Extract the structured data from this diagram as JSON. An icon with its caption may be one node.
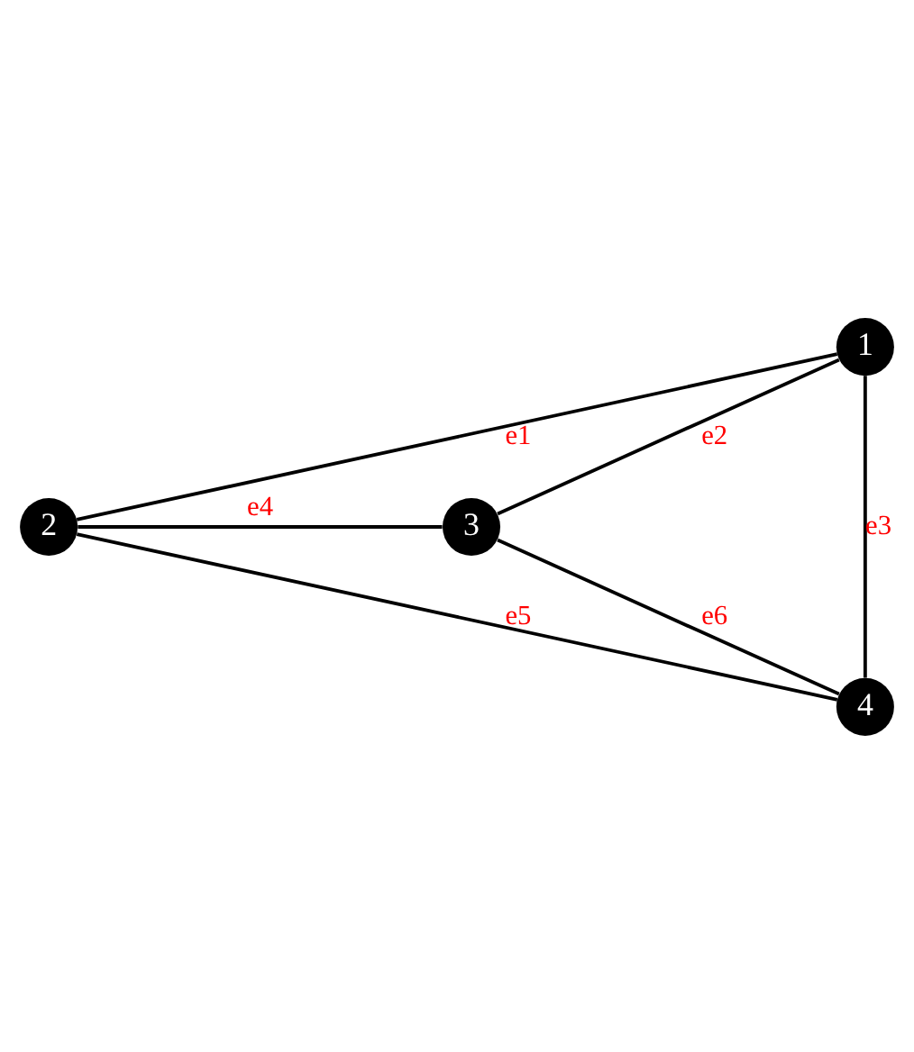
{
  "diagram": {
    "nodes": [
      {
        "text": [
          "1"
        ]
      },
      {
        "text": [
          "2"
        ]
      },
      {
        "text": [
          "3"
        ]
      },
      {
        "text": [
          "4"
        ]
      }
    ],
    "edges": [
      {
        "from": 0,
        "to": 1,
        "arrow": "none",
        "label": "e1"
      },
      {
        "from": 0,
        "to": 2,
        "arrow": "none",
        "label": "e2"
      },
      {
        "from": 0,
        "to": 3,
        "arrow": "none",
        "label": "e3"
      },
      {
        "from": 1,
        "to": 2,
        "arrow": "none",
        "label": "e4"
      },
      {
        "from": 1,
        "to": 3,
        "arrow": "none",
        "label": "e5"
      },
      {
        "from": 2,
        "to": 3,
        "arrow": "none",
        "label": "e6"
      }
    ]
  }
}
